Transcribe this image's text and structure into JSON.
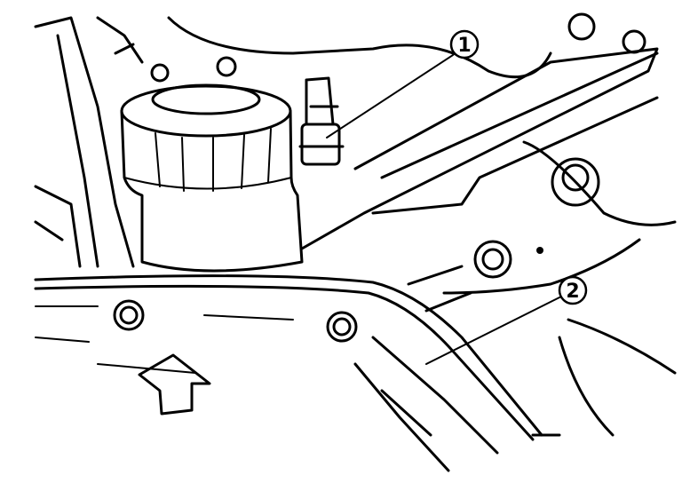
{
  "diagram": {
    "callouts": [
      {
        "id": "1",
        "label": "1"
      },
      {
        "id": "2",
        "label": "2"
      }
    ],
    "arrow": "front-direction-arrow"
  }
}
